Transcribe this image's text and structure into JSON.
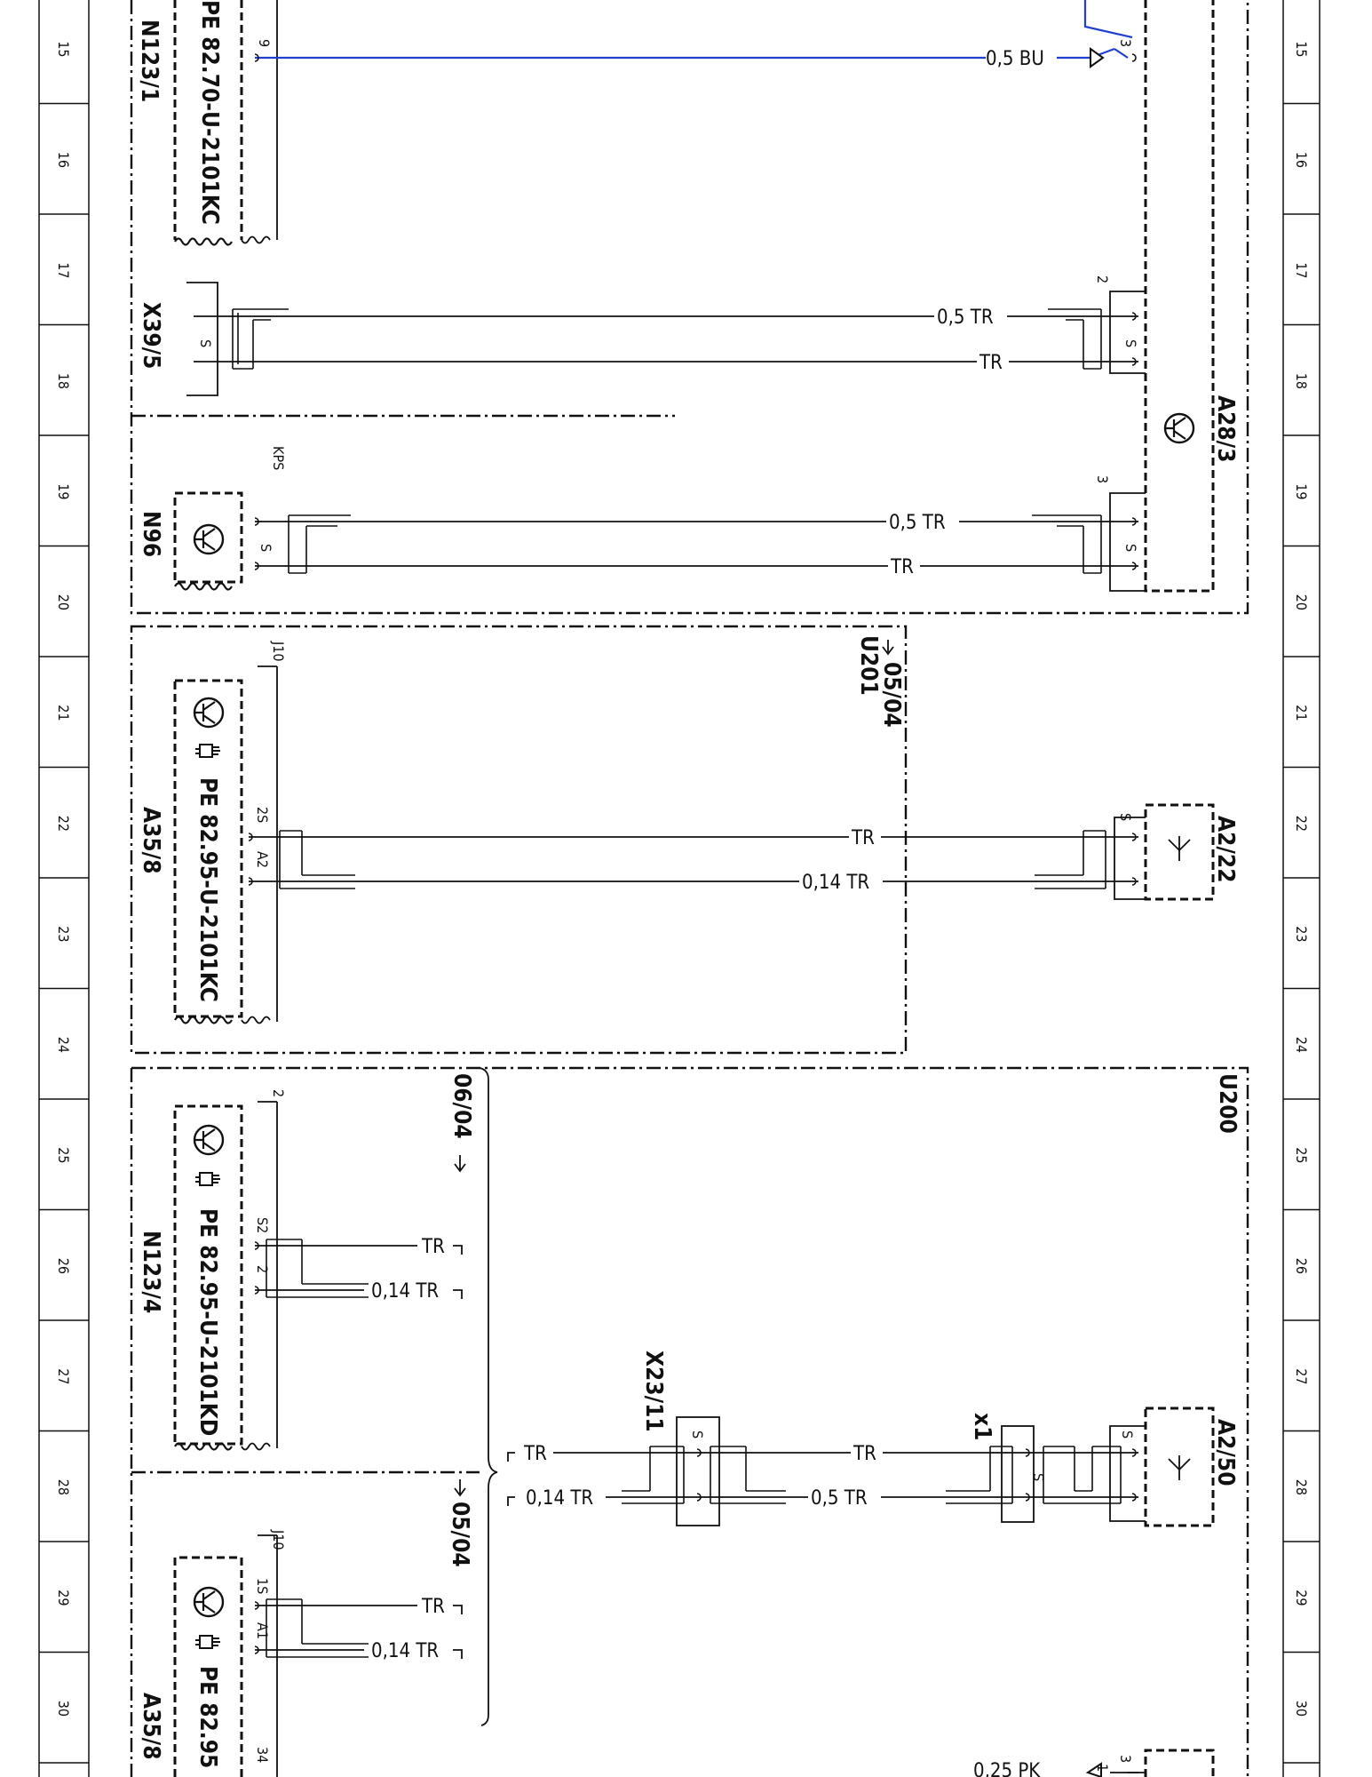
{
  "rows": [
    "15",
    "16",
    "17",
    "18",
    "19",
    "20",
    "21",
    "22",
    "23",
    "24",
    "25",
    "26",
    "27",
    "28",
    "29",
    "30"
  ],
  "components": {
    "n123_1": {
      "ref": "N123/1",
      "note": "PE 82.70-U-2101KC"
    },
    "x39_5": {
      "ref": "X39/5"
    },
    "n96": {
      "ref": "N96"
    },
    "a28_3": {
      "ref": "A28/3"
    },
    "a35_8_top": {
      "ref": "A35/8",
      "note": "PE 82.95-U-2101KC"
    },
    "a2_22": {
      "ref": "A2/22"
    },
    "u201": {
      "ref": "U201",
      "date": "05/04"
    },
    "n123_4": {
      "ref": "N123/4",
      "note": "PE 82.95-U-2101KD"
    },
    "u200": {
      "ref": "U200"
    },
    "x23_11": {
      "ref": "X23/11"
    },
    "x1": {
      "ref": "x1"
    },
    "a2_50": {
      "ref": "A2/50"
    },
    "a35_8_bottom": {
      "ref": "A35/8",
      "note": "PE 82.95"
    },
    "date_0604": "06/04",
    "date_0504": "05/04"
  },
  "wires": {
    "bu": "0,5 BU",
    "tr_05": "0,5 TR",
    "tr": "TR",
    "tr_014": "0,14 TR",
    "pk": "0,25 PK"
  },
  "pins": {
    "p9": "9",
    "p3": "3",
    "p2": "2",
    "s": "S",
    "kps": "KPS",
    "j10": "J10",
    "p2s": "2S",
    "a2": "A2",
    "s2": "S2",
    "p1s": "1S",
    "a1": "A1",
    "p34": "34",
    "p1": "1"
  },
  "colors": {
    "blue_wire": "#1f3fd0"
  }
}
